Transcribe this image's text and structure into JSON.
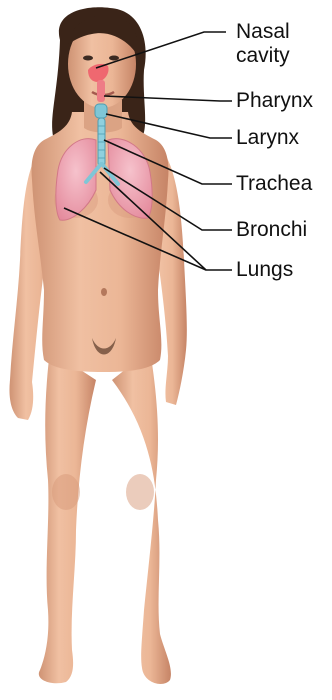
{
  "labels": {
    "nasal_cavity": "Nasal cavity",
    "pharynx": "Pharynx",
    "larynx": "Larynx",
    "trachea": "Trachea",
    "bronchi": "Bronchi",
    "lungs": "Lungs"
  },
  "colors": {
    "skin": "#e8b192",
    "skin_shadow": "#c98a6c",
    "hair": "#3a2418",
    "lung": "#f0a6b4",
    "airway": "#7fc6d6",
    "nasal": "#ee5e6a",
    "leader_line": "#111111",
    "background": "#ffffff"
  }
}
